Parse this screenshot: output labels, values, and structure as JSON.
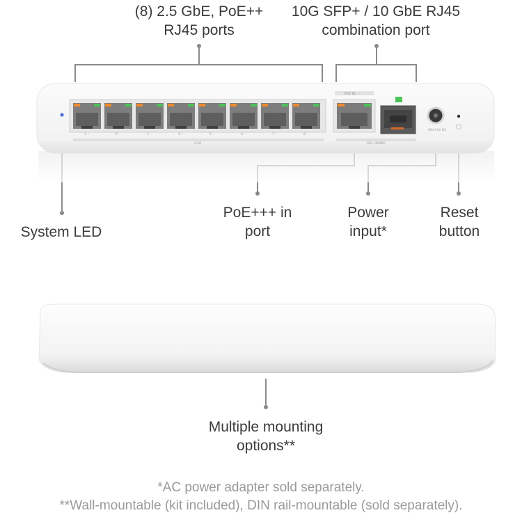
{
  "callouts": {
    "ports_line1": "(8) 2.5 GbE, PoE++",
    "ports_line2": "RJ45 ports",
    "combo_line1": "10G SFP+ / 10 GbE RJ45",
    "combo_line2": "combination port",
    "led": "System LED",
    "poe_in_line1": "PoE+++ in",
    "poe_in_line2": "port",
    "power_line1": "Power",
    "power_line2": "input*",
    "reset_line1": "Reset",
    "reset_line2": "button",
    "mount_line1": "Multiple mounting",
    "mount_line2": "options**"
  },
  "device_markings": {
    "port_labels": [
      "1◦◦",
      "2◦◦",
      "3◦◦",
      "4◦◦",
      "5◦◦",
      "6◦◦",
      "7◦◦",
      "8◦◦"
    ],
    "group_label": "2.5G",
    "poe_in_label": "PoE IN ◦◦◦",
    "combo_label": "10G COMBO",
    "power_label": "48V-54V DC"
  },
  "colors": {
    "led_blue": "#4f6fe0",
    "port_orange": "#f08a2c",
    "port_green": "#4cc35a",
    "callout_line": "#8a8a8a"
  },
  "footnotes": {
    "adapter": "*AC power adapter sold separately.",
    "mounting": "**Wall-mountable (kit included), DIN rail-mountable (sold separately)."
  }
}
